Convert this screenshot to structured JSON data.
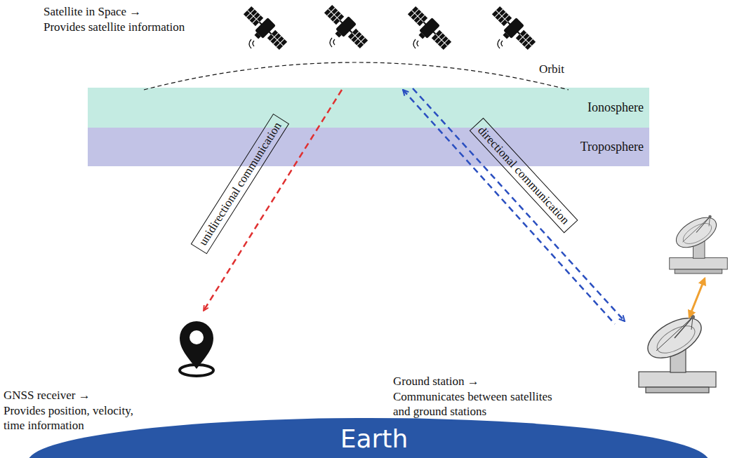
{
  "diagram": {
    "nodes": [
      {
        "text": [
          "Ionosphere"
        ]
      },
      {
        "text": [
          "Troposphere"
        ]
      },
      {
        "text": [
          "unidirectional communication"
        ]
      },
      {
        "text": [
          "directional communication"
        ]
      },
      {
        "text": [
          "Earth"
        ]
      }
    ],
    "labels": [
      "Satellite in Space →",
      "Provides satellite information",
      "Orbit",
      "GNSS receiver →",
      "Provides position, velocity, time information",
      "Ground station →",
      "Communicates between satellites and ground stations"
    ]
  }
}
